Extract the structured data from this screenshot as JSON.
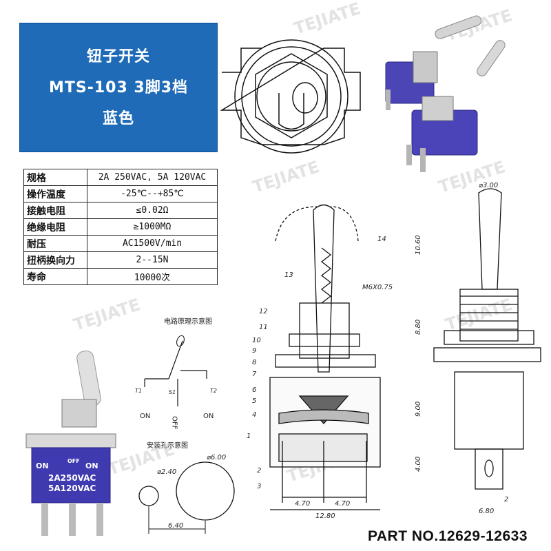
{
  "banner": {
    "line1": "钮子开关",
    "line2": "MTS-103 3脚3档",
    "line3": "蓝色"
  },
  "specs": [
    {
      "label": "规格",
      "value": "2A 250VAC, 5A 120VAC"
    },
    {
      "label": "操作温度",
      "value": "-25℃--+85℃"
    },
    {
      "label": "接触电阻",
      "value": "≤0.02Ω"
    },
    {
      "label": "绝缘电阻",
      "value": "≥1000MΩ"
    },
    {
      "label": "耐压",
      "value": "AC1500V/min"
    },
    {
      "label": "扭柄换向力",
      "value": "2--15N"
    },
    {
      "label": "寿命",
      "value": "10000次"
    }
  ],
  "watermark": "TEJIATE",
  "circuit": {
    "title": "电路原理示意图",
    "t1": "T1",
    "s1": "S1",
    "t2": "T2",
    "on_left": "ON",
    "off": "OFF",
    "on_right": "ON"
  },
  "mount": {
    "title": "安装孔示意图",
    "hole_small": "⌀2.40",
    "hole_big": "⌀6.00",
    "spacing": "6.40"
  },
  "product_print": {
    "on_left": "ON",
    "off": "OFF",
    "on_right": "ON",
    "rating1": "2A250VAC",
    "rating2": "5A120VAC"
  },
  "section": {
    "callouts": [
      "1",
      "2",
      "3",
      "4",
      "5",
      "6",
      "7",
      "8",
      "9",
      "10",
      "11",
      "12",
      "13",
      "14"
    ],
    "thread": "M6X0.75",
    "dim_left": "4.70",
    "dim_right": "4.70",
    "dim_total": "12.80"
  },
  "side": {
    "dia": "⌀3.00",
    "h_lever": "10.60",
    "h_thread": "8.80",
    "h_body": "9.00",
    "h_pin": "4.00",
    "pin_w": "2",
    "width": "6.80"
  },
  "part_no": "PART NO.12629-12633"
}
